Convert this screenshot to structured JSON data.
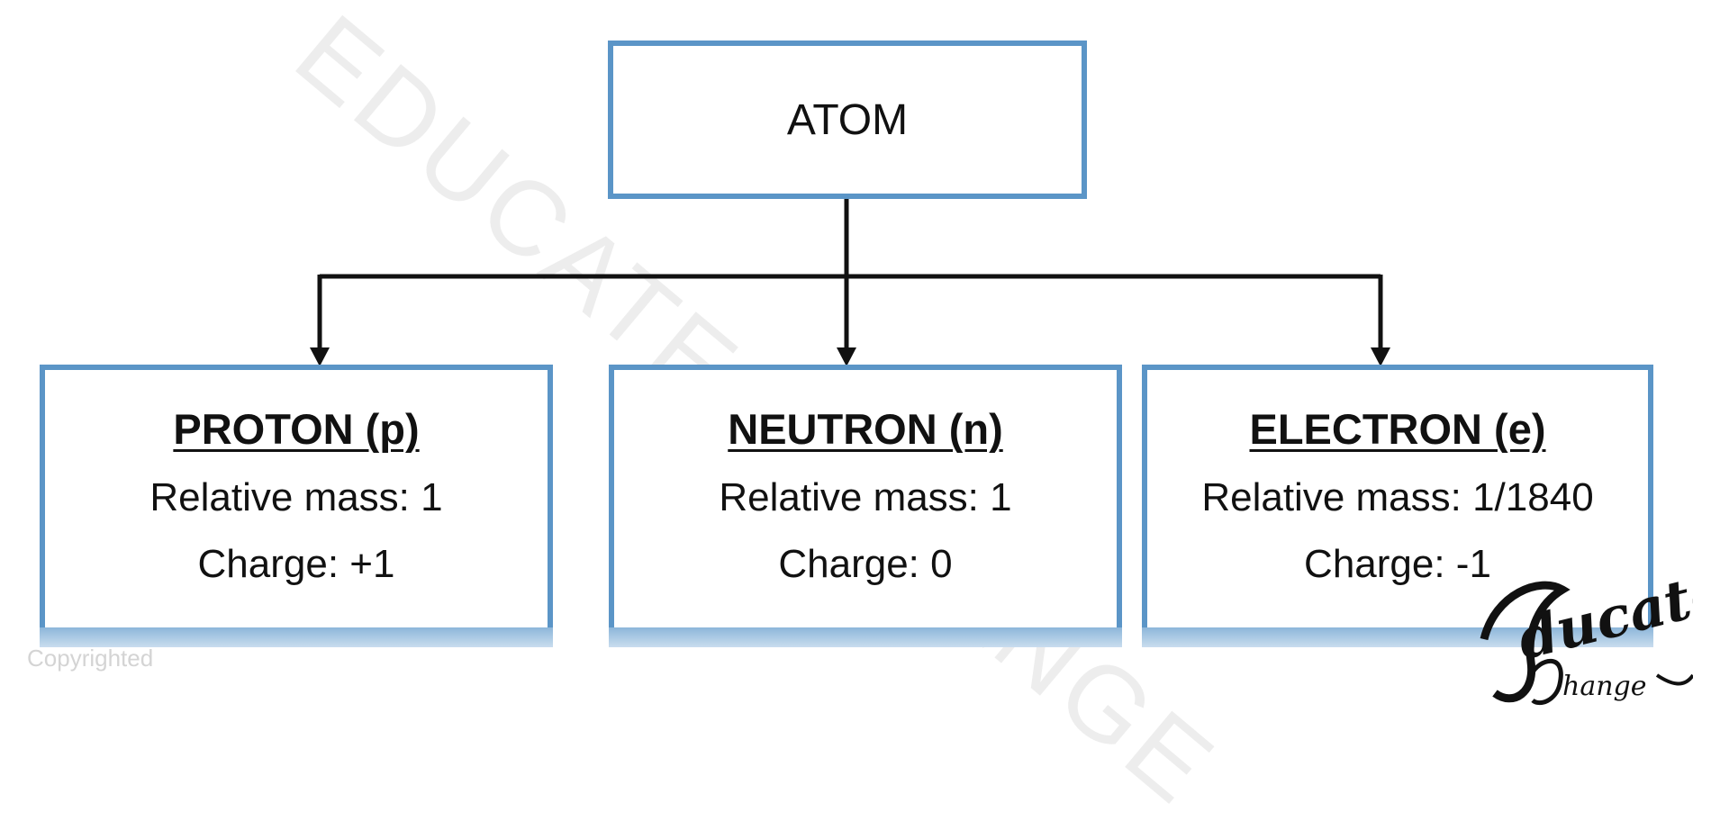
{
  "watermark": "EDUCATE A CHANGE",
  "copyright": "Copyrighted",
  "logo": {
    "text_main": "Educate",
    "text_sub": "Change",
    "icon": "educate-a-change-logo"
  },
  "root": {
    "label": "ATOM"
  },
  "children": [
    {
      "title": "PROTON (p)",
      "mass": "Relative mass: 1",
      "charge": "Charge: +1"
    },
    {
      "title": "NEUTRON (n)",
      "mass": "Relative mass: 1",
      "charge": "Charge: 0"
    },
    {
      "title": "ELECTRON (e)",
      "mass": "Relative mass: 1/1840",
      "charge": "Charge: -1"
    }
  ],
  "colors": {
    "box_border": "#5b95c7",
    "connector": "#111111"
  }
}
